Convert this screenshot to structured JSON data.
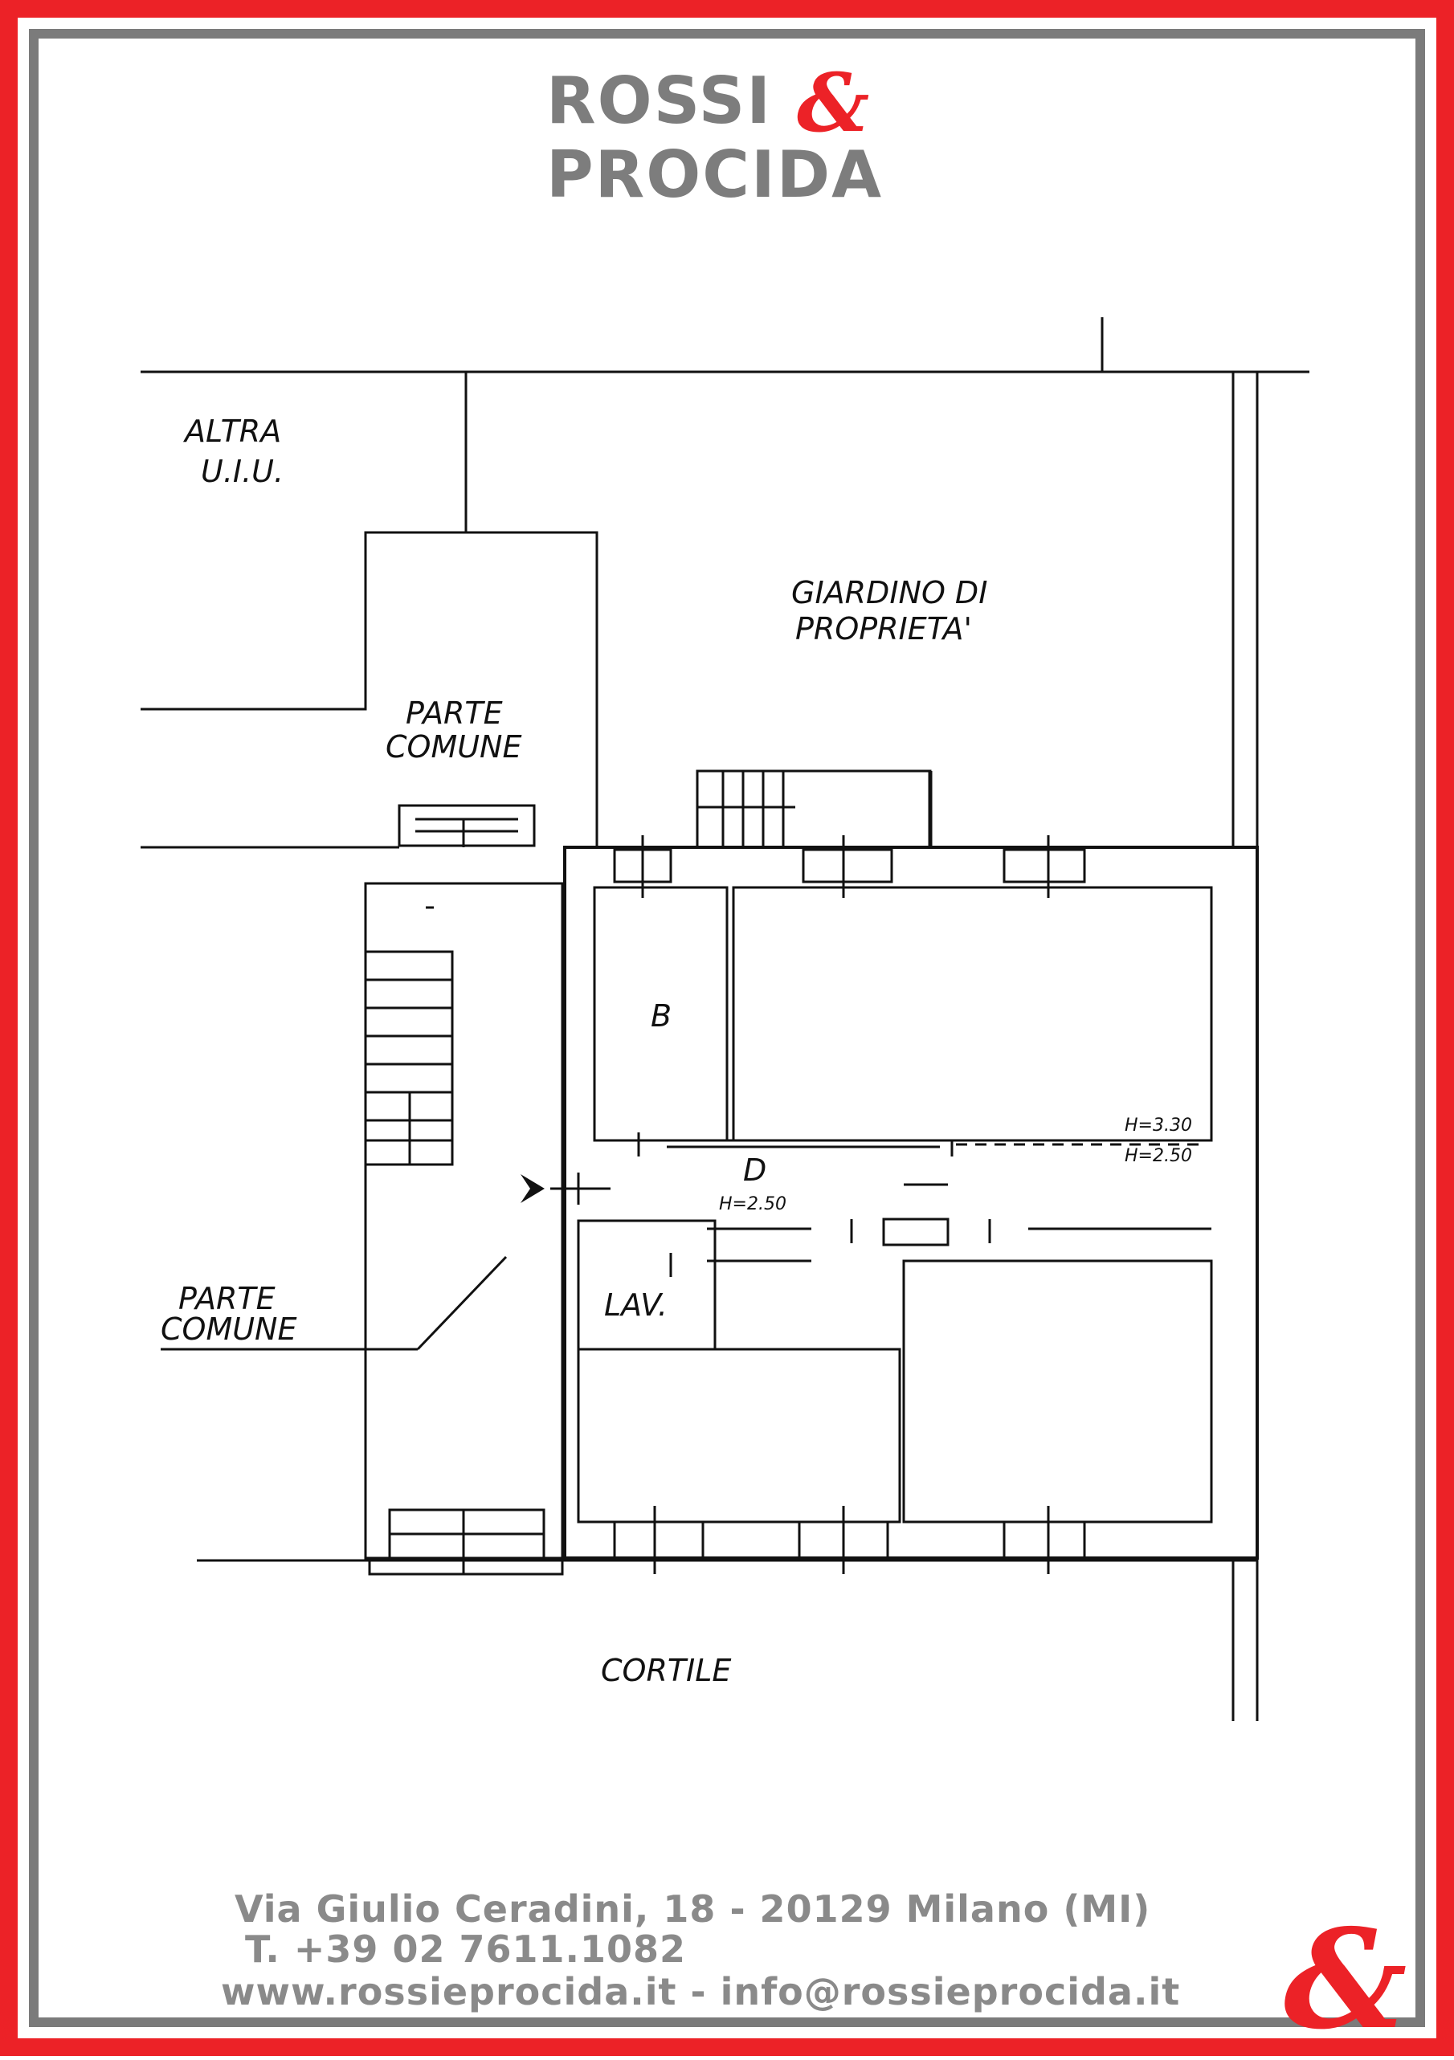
{
  "logo": {
    "line1": "ROSSI",
    "line2": "PROCIDA",
    "ampersand": "&"
  },
  "plan": {
    "labels": {
      "altra": "ALTRA",
      "uiu": "U.I.U.",
      "giardino1": "GIARDINO DI",
      "giardino2": "PROPRIETA'",
      "parte_comune_top1": "PARTE",
      "parte_comune_top2": "COMUNE",
      "parte_comune_left1": "PARTE",
      "parte_comune_left2": "COMUNE",
      "room_b": "B",
      "room_d": "D",
      "height_d": "H=2.50",
      "height_top": "H=3.30",
      "height_bottom": "H=2.50",
      "lav": "LAV.",
      "cortile": "CORTILE"
    }
  },
  "footer": {
    "address": "Via Giulio Ceradini, 18 - 20129 Milano (MI)",
    "phone": "T. +39 02 7611.1082",
    "web": "www.rossieprocida.it - info@rossieprocida.it",
    "corner_mark": "&"
  },
  "colors": {
    "brand_red": "#ec2227",
    "brand_gray": "#7d7d7d"
  }
}
